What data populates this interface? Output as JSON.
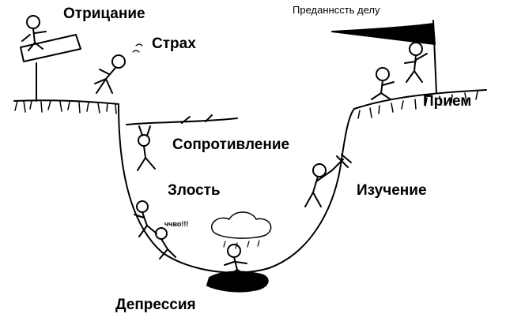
{
  "stages": {
    "denial": "Отрицание",
    "fear": "Страх",
    "resistance": "Сопротивление",
    "anger": "Злость",
    "depression": "Депрессия",
    "study": "Изучение",
    "acceptance": "Прием",
    "devotion": "Преданнсcть делу"
  },
  "exclamation": "ччво!!!"
}
